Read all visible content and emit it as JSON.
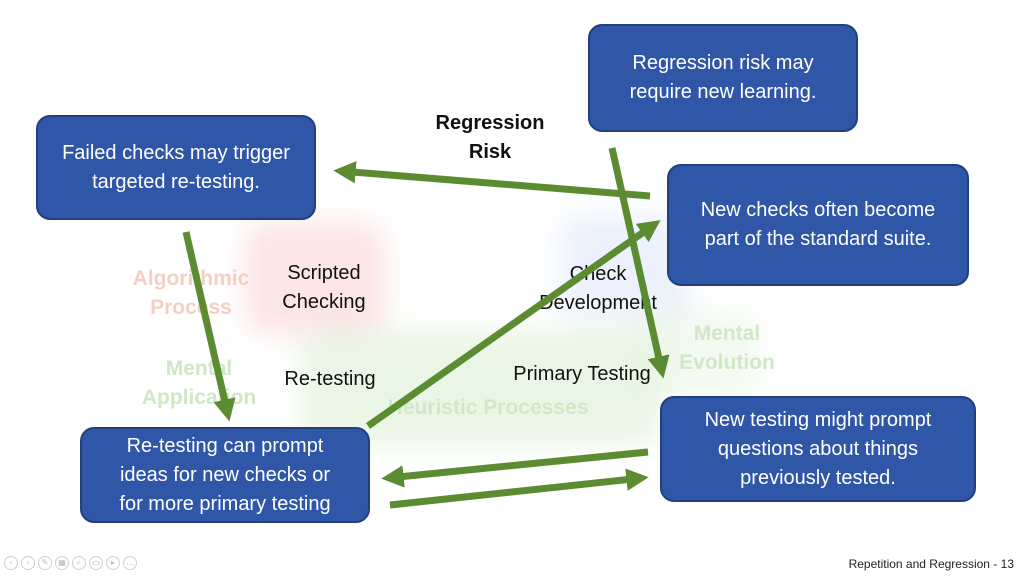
{
  "background_labels": {
    "algorithmic_process": "Algorithmic\nProcess",
    "mental_application": "Mental\nApplication",
    "mental_evolution": "Mental\nEvolution",
    "heuristic_processes": "Heuristic Processes"
  },
  "venn_labels": {
    "scripted_checking": "Scripted\nChecking",
    "check_development": "Check\nDevelopment",
    "re_testing": "Re-testing",
    "primary_testing": "Primary Testing",
    "regression_risk": "Regression\nRisk"
  },
  "boxes": {
    "failed_checks": "Failed checks may trigger\ntargeted re-testing.",
    "regression_risk_learning": "Regression risk may\nrequire new learning.",
    "new_checks": "New checks often become\npart of the standard suite.",
    "retesting_prompt": "Re-testing can prompt\nideas for new checks or\nfor more primary testing",
    "new_testing": "New testing might prompt\nquestions about things\npreviously tested."
  },
  "colors": {
    "box_fill": "#2f56a7",
    "arrow": "#5b8c32",
    "faded_orange": "#f6cfc3",
    "faded_green": "#cfe8c5"
  },
  "footer": {
    "slide_label": "Repetition and Regression - 13"
  },
  "toolbar_icons": [
    "prev-icon",
    "next-icon",
    "pen-icon",
    "slides-icon",
    "zoom-icon",
    "subtitles-icon",
    "camera-icon",
    "more-icon"
  ]
}
